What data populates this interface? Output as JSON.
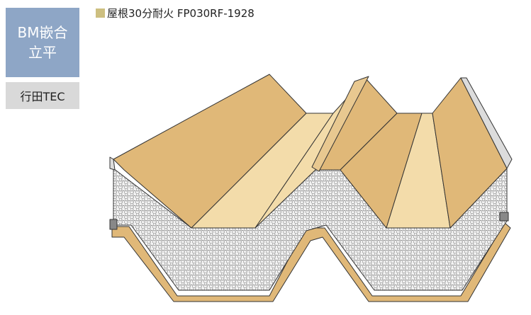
{
  "product_label": "BM嵌合立平",
  "maker_label": "行田TEC",
  "legend": {
    "text": "屋根30分耐火 FP030RF-1928",
    "swatch_color": "#cdbf80"
  },
  "colors": {
    "skin_dark": "#e0b878",
    "skin_light": "#f3dcaa",
    "foam": "#d8d8d8",
    "outline": "#333333"
  }
}
